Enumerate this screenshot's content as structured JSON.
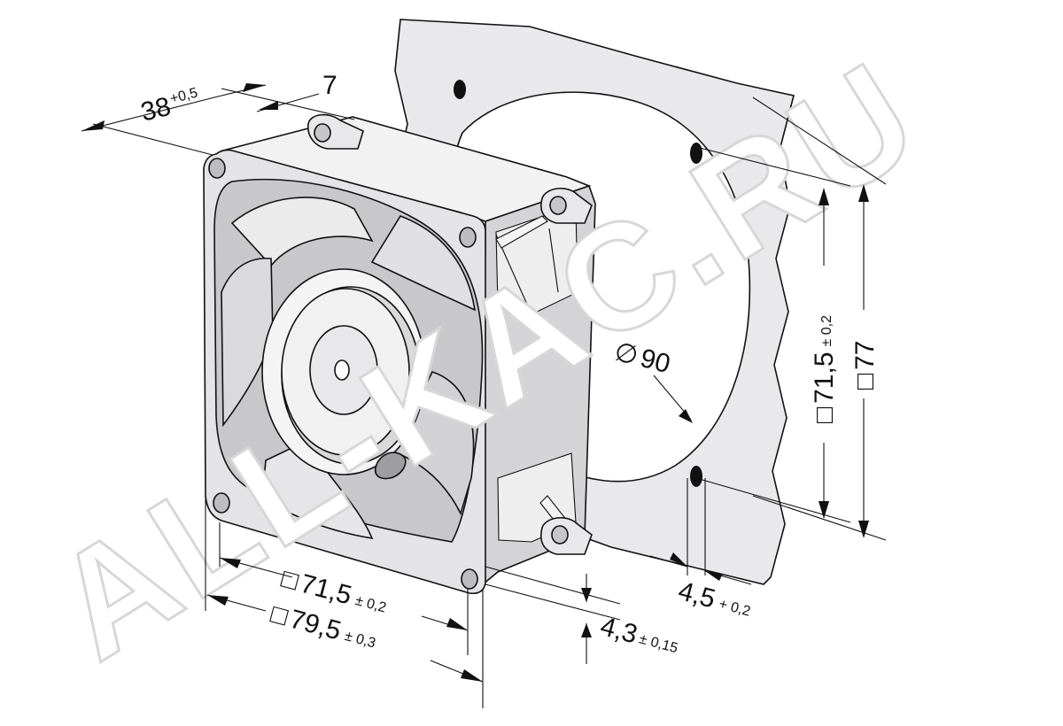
{
  "watermark": "ALL-KAC.RU",
  "dimensions": {
    "depth": {
      "value": "38",
      "tolerance": "+0,5"
    },
    "flange": {
      "value": "7"
    },
    "hole_spacing_front": {
      "symbol": "□",
      "value": "71,5",
      "tolerance": "± 0,2"
    },
    "housing_size": {
      "symbol": "□",
      "value": "79,5",
      "tolerance": "± 0,3"
    },
    "flange_thickness": {
      "value": "4,3",
      "tolerance": "± 0,15"
    },
    "hole_diameter": {
      "value": "4,5",
      "tolerance": "+ 0,2"
    },
    "cutout_diameter": {
      "symbol": "∅",
      "value": "90"
    },
    "hole_spacing_panel": {
      "symbol": "□",
      "value": "71,5",
      "tolerance": "± 0,2"
    },
    "panel_size": {
      "symbol": "□",
      "value": "77"
    }
  },
  "colors": {
    "ink": "#111111",
    "panel_fill": "#e9e9ec",
    "fan_light": "#f2f2f2",
    "fan_mid": "#d4d4d6",
    "fan_dark": "#b6b6ba",
    "watermark_stroke": "#d7d7d7"
  }
}
